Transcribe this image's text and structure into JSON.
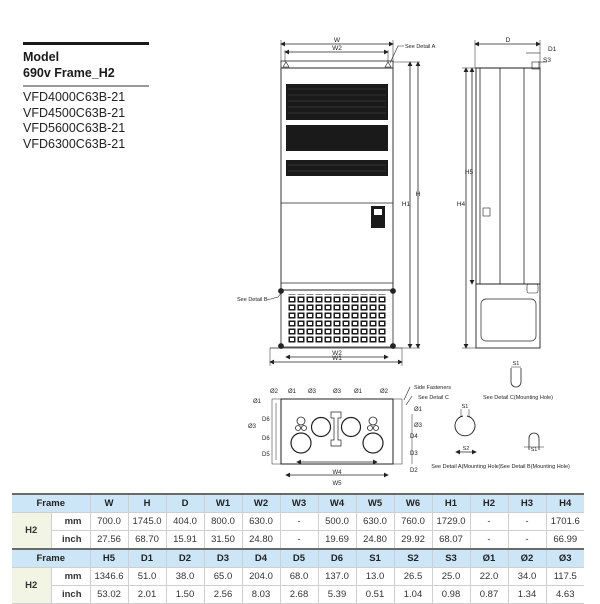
{
  "model": {
    "title": "Model",
    "subtitle": "690v Frame_H2",
    "items": [
      "VFD4000C63B-21",
      "VFD4500C63B-21",
      "VFD5600C63B-21",
      "VFD6300C63B-21"
    ]
  },
  "drawing": {
    "front_labels": {
      "w": "W",
      "w2": "W2",
      "w2_bottom": "W2",
      "w1": "W1",
      "h": "H",
      "h1": "H1",
      "detail_a": "See Detail A",
      "detail_b": "See Detail B"
    },
    "side_labels": {
      "d": "D",
      "d1": "D1",
      "s3": "S3",
      "h5": "H5",
      "h4": "H4"
    },
    "bottom_labels": {
      "phi1": "Ø1",
      "phi2": "Ø2",
      "phi3": "Ø3",
      "d2": "D2",
      "d3": "D3",
      "d4": "D4",
      "d5": "D5",
      "d6": "D6",
      "w4": "W4",
      "w5": "W5",
      "side_fasteners": "Side Fasteners",
      "detail_c": "See Detail C"
    },
    "details": {
      "s1": "S1",
      "s2": "S2",
      "detail_a_caption": "See Detail A(Mounting Hole)",
      "detail_b_caption": "See Detail B(Mounting Hole)",
      "detail_c_caption": "See Detail C(Mounting Hole)"
    }
  },
  "table": {
    "frame_label": "Frame",
    "frame": "H2",
    "units": [
      "mm",
      "inch"
    ],
    "sections": [
      {
        "headers": [
          "W",
          "H",
          "D",
          "W1",
          "W2",
          "W3",
          "W4",
          "W5",
          "W6",
          "H1",
          "H2",
          "H3",
          "H4"
        ],
        "mm": [
          "700.0",
          "1745.0",
          "404.0",
          "800.0",
          "630.0",
          "-",
          "500.0",
          "630.0",
          "760.0",
          "1729.0",
          "-",
          "-",
          "1701.6"
        ],
        "inch": [
          "27.56",
          "68.70",
          "15.91",
          "31.50",
          "24.80",
          "-",
          "19.69",
          "24.80",
          "29.92",
          "68.07",
          "-",
          "-",
          "66.99"
        ]
      },
      {
        "headers": [
          "H5",
          "D1",
          "D2",
          "D3",
          "D4",
          "D5",
          "D6",
          "S1",
          "S2",
          "S3",
          "Ø1",
          "Ø2",
          "Ø3"
        ],
        "mm": [
          "1346.6",
          "51.0",
          "38.0",
          "65.0",
          "204.0",
          "68.0",
          "137.0",
          "13.0",
          "26.5",
          "25.0",
          "22.0",
          "34.0",
          "117.5"
        ],
        "inch": [
          "53.02",
          "2.01",
          "1.50",
          "2.56",
          "8.03",
          "2.68",
          "5.39",
          "0.51",
          "1.04",
          "0.98",
          "0.87",
          "1.34",
          "4.63"
        ]
      }
    ]
  }
}
